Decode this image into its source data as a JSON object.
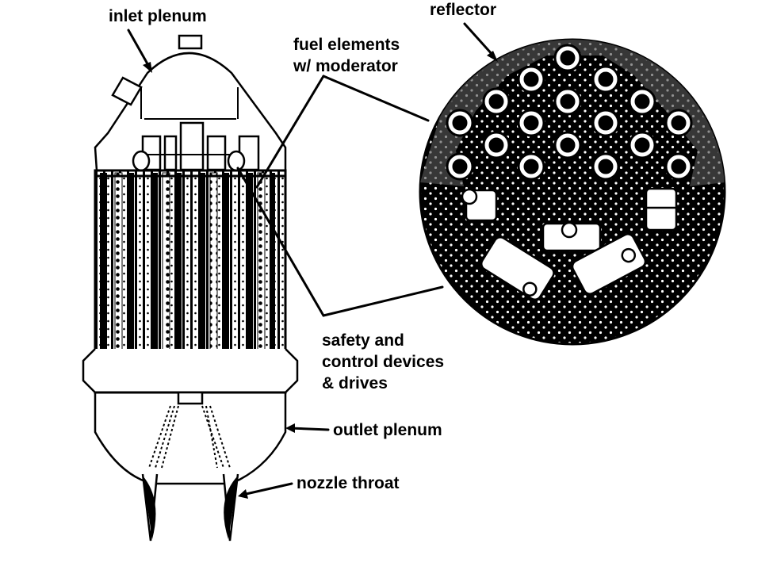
{
  "labels": {
    "inlet_plenum": "inlet plenum",
    "reflector": "reflector",
    "fuel_line1": "fuel elements",
    "fuel_line2": "w/ moderator",
    "safety_line1": "safety and",
    "safety_line2": "control devices",
    "safety_line3": "& drives",
    "outlet_plenum": "outlet plenum",
    "nozzle_throat": "nozzle throat"
  },
  "colors": {
    "ink": "#000000",
    "paper": "#ffffff"
  }
}
